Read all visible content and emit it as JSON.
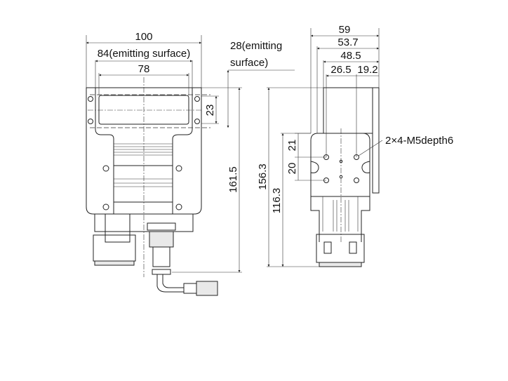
{
  "front_view": {
    "dim_width": "100",
    "dim_emitting_width": "84(emitting surface)",
    "dim_inner_width": "78",
    "dim_emitting_depth_line1": "28(emitting",
    "dim_emitting_depth_line2": "surface)",
    "dim_window_height": "23",
    "dim_total_height": "161.5"
  },
  "side_view": {
    "dim_59": "59",
    "dim_53_7": "53.7",
    "dim_48_5": "48.5",
    "dim_26_5": "26.5",
    "dim_19_2": "19.2",
    "dim_21": "21",
    "dim_20": "20",
    "dim_156_3": "156.3",
    "dim_116_3": "116.3",
    "hole_callout": "2×4-M5depth6"
  }
}
